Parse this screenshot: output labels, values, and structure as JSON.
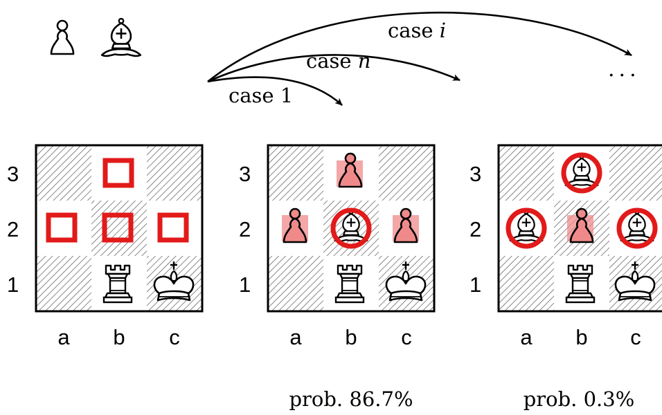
{
  "legend": {
    "pieces": [
      {
        "name": "pawn",
        "icon": "white-pawn-icon"
      },
      {
        "name": "bishop",
        "icon": "white-bishop-icon"
      }
    ]
  },
  "arrows": {
    "case_1": {
      "prefix": "case",
      "index": "1"
    },
    "case_n": {
      "prefix": "case",
      "index": "n"
    },
    "case_i": {
      "prefix": "case",
      "index": "i"
    },
    "ellipsis": "..."
  },
  "boards": [
    {
      "id": "board-1",
      "files": [
        "a",
        "b",
        "c"
      ],
      "ranks": [
        "3",
        "2",
        "1"
      ],
      "probability": null
    },
    {
      "id": "board-2",
      "files": [
        "a",
        "b",
        "c"
      ],
      "ranks": [
        "3",
        "2",
        "1"
      ],
      "probability": {
        "prefix": "prob.",
        "value": "86.7%"
      }
    },
    {
      "id": "board-3",
      "files": [
        "a",
        "b",
        "c"
      ],
      "ranks": [
        "3",
        "2",
        "1"
      ],
      "probability": {
        "prefix": "prob.",
        "value": "0.3%"
      }
    }
  ],
  "colors": {
    "highlight_red": "#e21a1a",
    "pawn_fill_red": "#f08a8a",
    "hatch": "#444444"
  }
}
